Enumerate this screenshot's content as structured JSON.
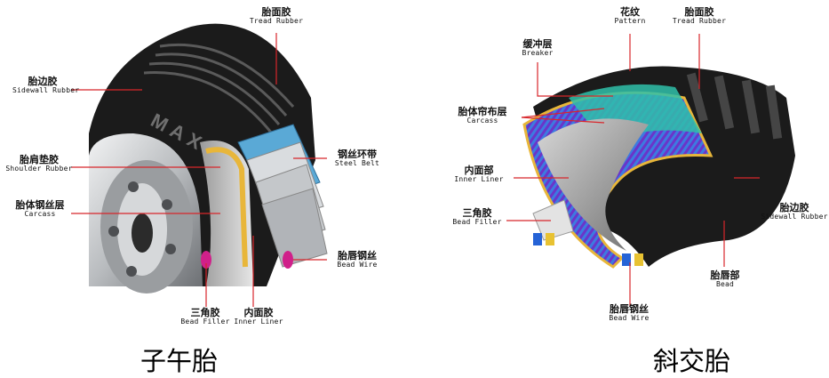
{
  "radial": {
    "brand": "MAXXIS",
    "caption": "子午胎",
    "labels": {
      "tread_rubber": {
        "zh": "胎面胶",
        "en": "Tread Rubber"
      },
      "sidewall_rubber": {
        "zh": "胎边胶",
        "en": "Sidewall Rubber"
      },
      "shoulder_rubber": {
        "zh": "胎肩垫胶",
        "en": "Shoulder Rubber"
      },
      "carcass": {
        "zh": "胎体钢丝层",
        "en": "Carcass"
      },
      "steel_belt": {
        "zh": "钢丝环带",
        "en": "Steel Belt"
      },
      "bead_wire": {
        "zh": "胎唇钢丝",
        "en": "Bead Wire"
      },
      "bead_filler": {
        "zh": "三角胶",
        "en": "Bead Filler"
      },
      "inner_liner": {
        "zh": "内面胶",
        "en": "Inner Liner"
      }
    }
  },
  "bias": {
    "caption": "斜交胎",
    "labels": {
      "pattern": {
        "zh": "花纹",
        "en": "Pattern"
      },
      "tread_rubber": {
        "zh": "胎面胶",
        "en": "Tread Rubber"
      },
      "breaker": {
        "zh": "缓冲层",
        "en": "Breaker"
      },
      "carcass": {
        "zh": "胎体帘布层",
        "en": "Carcass"
      },
      "inner_liner": {
        "zh": "内面部",
        "en": "Inner Liner"
      },
      "bead_filler": {
        "zh": "三角胶",
        "en": "Bead Filler"
      },
      "sidewall_rubber": {
        "zh": "胎边胶",
        "en": "Sidewall Rubber"
      },
      "bead": {
        "zh": "胎唇部",
        "en": "Bead"
      },
      "bead_wire": {
        "zh": "胎唇钢丝",
        "en": "Bead Wire"
      }
    }
  },
  "colors": {
    "leader_line": "#d8262b",
    "tire_black": "#1b1b1b",
    "steel_belt": "#5aa9d6",
    "carcass_yellow": "#e8b63a",
    "bead_magenta": "#d0208a",
    "rim_silver": "#c9cbcd"
  }
}
